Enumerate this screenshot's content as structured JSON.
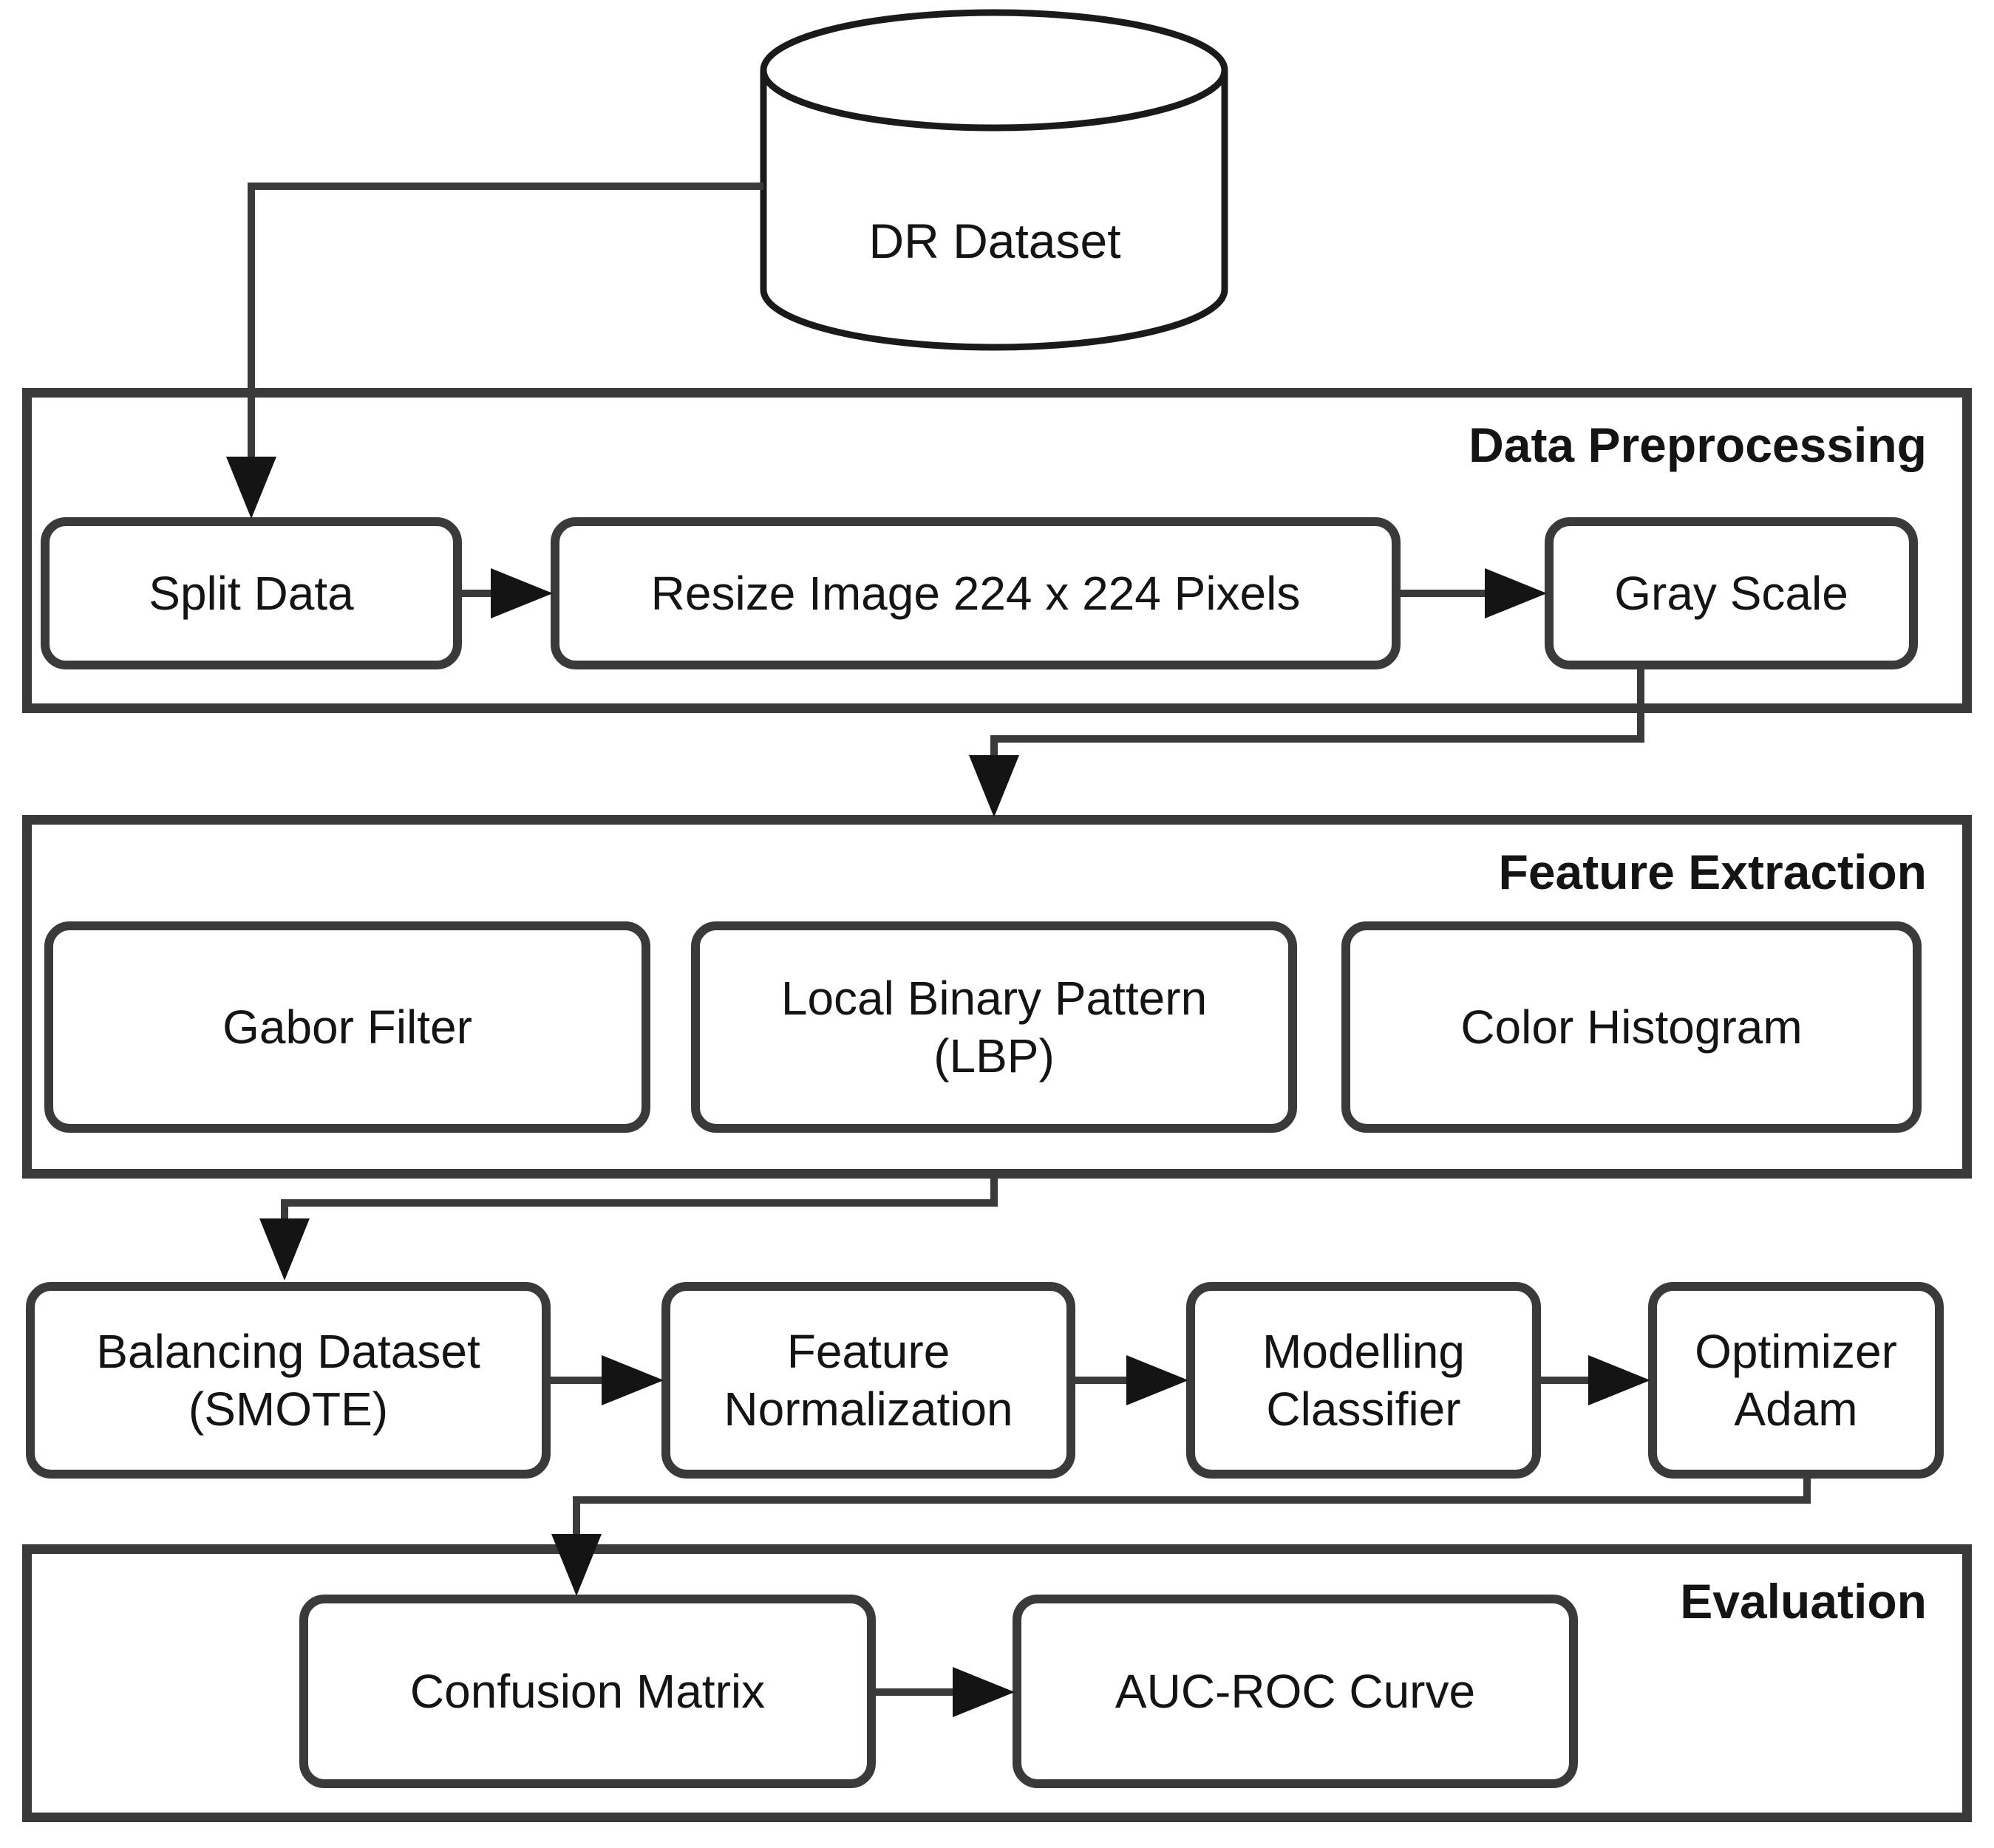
{
  "dataset": {
    "label": "DR Dataset"
  },
  "sections": {
    "preprocessing": {
      "title": "Data Preprocessing",
      "boxes": {
        "split": "Split Data",
        "resize": "Resize Image 224 x 224 Pixels",
        "grayscale": "Gray Scale"
      }
    },
    "feature_extraction": {
      "title": "Feature Extraction",
      "boxes": {
        "gabor": "Gabor Filter",
        "lbp": "Local Binary Pattern\n(LBP)",
        "color_histogram": "Color Histogram"
      }
    },
    "evaluation": {
      "title": "Evaluation",
      "boxes": {
        "confusion_matrix": "Confusion Matrix",
        "auc_roc": "AUC-ROC Curve"
      }
    }
  },
  "modeling_row": {
    "boxes": {
      "balancing": "Balancing Dataset\n(SMOTE)",
      "normalization": "Feature\nNormalization",
      "classifier": "Modelling\nClassifier",
      "optimizer": "Optimizer\nAdam"
    }
  },
  "colors": {
    "stroke": "#3a3a3a",
    "arrow": "#141414",
    "text": "#141414",
    "background": "#ffffff"
  }
}
